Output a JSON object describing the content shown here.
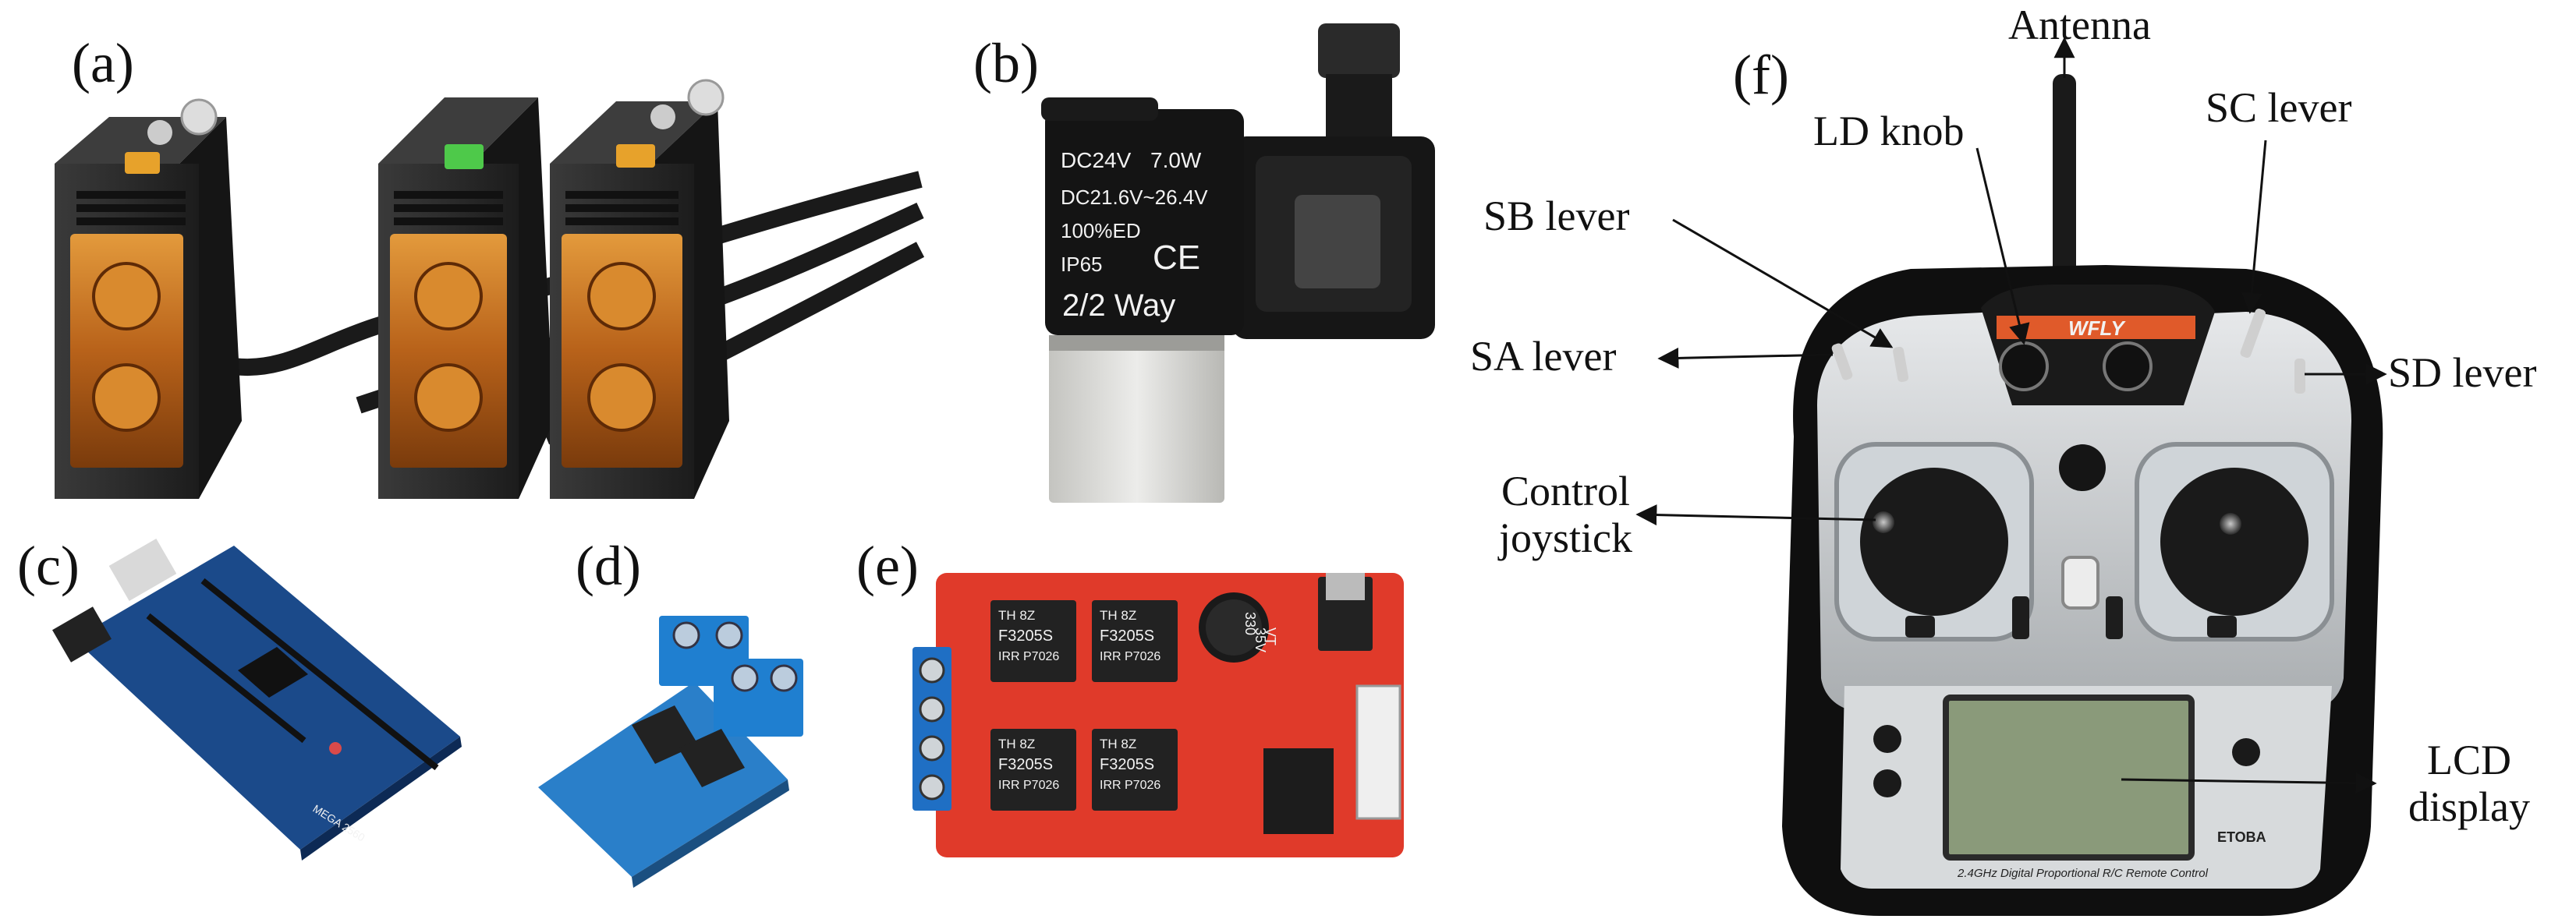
{
  "figure": {
    "panels": {
      "a": {
        "letter": "(a)",
        "icon": "photoelectric-sensors"
      },
      "b": {
        "letter": "(b)",
        "icon": "solenoid-valve",
        "print": {
          "line1_left": "DC24V",
          "line1_right": "7.0W",
          "line2": "DC21.6V~26.4V",
          "line3": "100%ED",
          "line4": "IP65",
          "mark": "CE",
          "type": "2/2  Way"
        }
      },
      "c": {
        "letter": "(c)",
        "icon": "arduino-mega-board",
        "print": {
          "model": "MEGA 2560"
        }
      },
      "d": {
        "letter": "(d)",
        "icon": "mosfet-switch-module"
      },
      "e": {
        "letter": "(e)",
        "icon": "motor-driver-board",
        "print": {
          "chip_top": "F3205S",
          "chip_bottom": "IRR P7026",
          "chip_tag": "TH  8Z",
          "cap_1": "330",
          "cap_2": "35V",
          "cap_3": "VT"
        }
      },
      "f": {
        "letter": "(f)",
        "icon": "rc-transmitter",
        "print": {
          "brand": "WFLY",
          "lcd_brand": "ETOBA",
          "footer": "2.4GHz Digital Proportional R/C Remote Control"
        }
      }
    },
    "callouts": {
      "antenna": "Antenna",
      "ld_knob": "LD knob",
      "sc_lever": "SC lever",
      "sb_lever": "SB lever",
      "sa_lever": "SA lever",
      "sd_lever": "SD lever",
      "control_joystick": [
        "Control",
        "joystick"
      ],
      "lcd_display": [
        "LCD",
        "display"
      ]
    },
    "colors": {
      "sensor_body": "#2b2b2b",
      "sensor_lens": "#c8741d",
      "valve_body": "#1c1c1c",
      "valve_metal": "#d8d8d4",
      "arduino_blue": "#1b4a8a",
      "module_blue": "#2a7fc9",
      "driver_red": "#e03a2a",
      "transmitter_silver": "#cfd2d4"
    }
  }
}
